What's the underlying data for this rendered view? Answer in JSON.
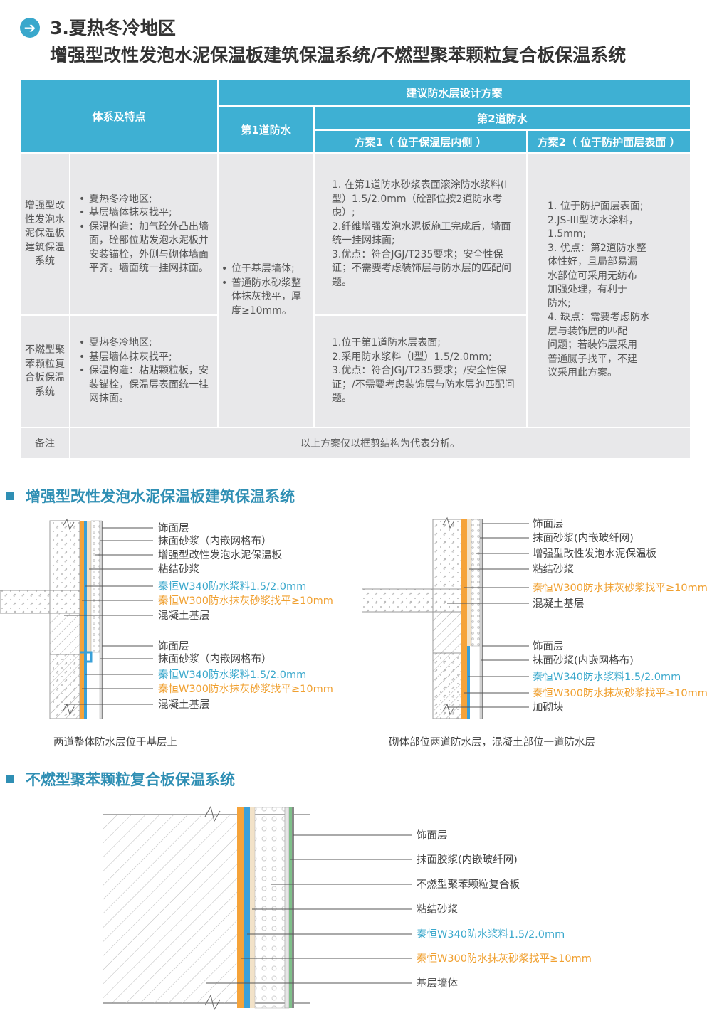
{
  "title": {
    "line1": "3.夏热冬冷地区",
    "line2": "增强型改性发泡水泥保温板建筑保温系统/不燃型聚苯颗粒复合板保温系统"
  },
  "table": {
    "h_system": "体系及特点",
    "h_design": "建议防水层设计方案",
    "h_first": "第1道防水",
    "h_second": "第2道防水",
    "h_plan1": "方案1（ 位于保温层内侧 ）",
    "h_plan2": "方案2（ 位于防护面层表面 ）",
    "row1_name": "增强型改性发泡水泥保温板建筑保温系统",
    "row1_features": [
      "夏热冬冷地区;",
      "基层墙体抹灰找平;",
      "保温构造：加气砼外凸出墙面，砼部位贴发泡水泥板并安装锚栓，外侧与砌体墙面平齐。墙面统一挂网抹面。"
    ],
    "row1_plan1": "1. 在第1道防水砂浆表面滚涂防水浆料(I型）1.5/2.0mm（砼部位按2道防水考虑）;\n2.纤维增强发泡水泥板施工完成后，墙面统一挂网抹面;\n3.优点：符合JGJ/T235要求；安全性保证；不需要考虑装饰层与防水层的匹配问题。",
    "row2_name": "不燃型聚苯颗粒复合板保温系统",
    "row2_features": [
      "夏热冬冷地区;",
      "基层墙体抹灰找平;",
      "保温构造：粘贴颗粒板，安装锚栓，保温层表面统一挂网抹面。"
    ],
    "row2_plan1": "1.位于第1道防水层表面;\n2.采用防水浆料（I型）1.5/2.0mm;\n3.优点：符合JGJ/T235要求；/安全性保证；/不需要考虑装饰层与防水层的匹配问题。",
    "first_items": [
      "位于基层墙体;",
      "普通防水砂浆整体抹灰找平，厚度≥10mm。"
    ],
    "plan2": "1. 位于防护面层表面;\n2.JS-III型防水涂料，\n   1.5mm;\n3. 优点：第2道防水整\n   体性好，且局部易漏\n   水部位可采用无纺布\n   加强处理，有利于\n   防水;\n4. 缺点：需要考虑防水\n   层与装饰层的匹配\n   问题；若装饰层采用\n   普通腻子找平，不建\n   议采用此方案。",
    "note_label": "备注",
    "note_text": "以上方案仅以框剪结构为代表分析。"
  },
  "section1": {
    "heading": "增强型改性发泡水泥保温板建筑保温系统",
    "left": {
      "upper": [
        "饰面层",
        "抹面砂浆（内嵌网格布）",
        "增强型改性发泡水泥保温板",
        "粘结砂浆",
        "秦恒W340防水浆料1.5/2.0mm",
        "秦恒W300防水抹灰砂浆找平≥10mm",
        "混凝土基层"
      ],
      "lower": [
        "饰面层",
        "抹面砂浆（内嵌网格布）",
        "秦恒W340防水浆料1.5/2.0mm",
        "秦恒W300防水抹灰砂浆找平≥10mm",
        "混凝土基层"
      ],
      "caption": "两道整体防水层位于基层上"
    },
    "right": {
      "upper": [
        "饰面层",
        "抹面砂浆(内嵌玻纤网)",
        "增强型改性发泡水泥保温板",
        "粘结砂浆",
        "秦恒W300防水抹灰砂浆找平≥10mm",
        "混凝土基层"
      ],
      "lower": [
        "饰面层",
        "抹面砂浆(内嵌网格布)",
        "秦恒W340防水浆料1.5/2.0mm",
        "秦恒W300防水抹灰砂浆找平≥10mm",
        "加砌块"
      ],
      "caption": "砌体部位两道防水层，混凝土部位一道防水层"
    }
  },
  "section2": {
    "heading": "不燃型聚苯颗粒复合板保温系统",
    "labels": [
      "饰面层",
      "抹面胶浆(内嵌玻纤网)",
      "不燃型聚苯颗粒复合板",
      "粘结砂浆",
      "秦恒W340防水浆料1.5/2.0mm",
      "秦恒W300防水抹灰砂浆找平≥10mm",
      "基层墙体"
    ]
  },
  "colors": {
    "accent": "#3eb0d3",
    "blue_text": "#3aa8cc",
    "orange_text": "#f0a030",
    "orange_layer": "#f5a33a",
    "blue_layer": "#3aa0d8"
  }
}
